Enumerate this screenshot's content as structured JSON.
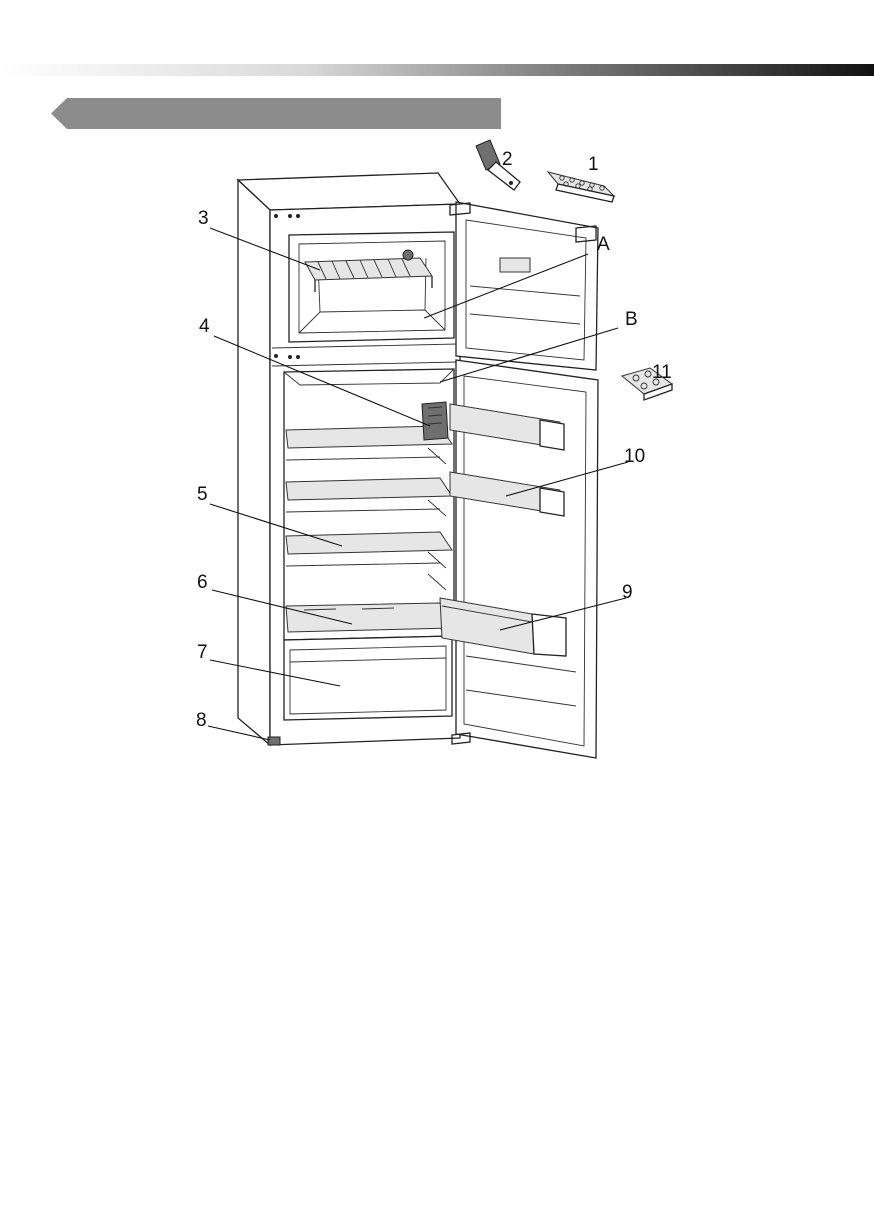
{
  "diagram": {
    "callouts": {
      "c1": "1",
      "c2": "2",
      "c3": "3",
      "cA": "A",
      "c4": "4",
      "cB": "B",
      "c11": "11",
      "c10": "10",
      "c5": "5",
      "c6": "6",
      "c9": "9",
      "c7": "7",
      "c8": "8"
    }
  }
}
